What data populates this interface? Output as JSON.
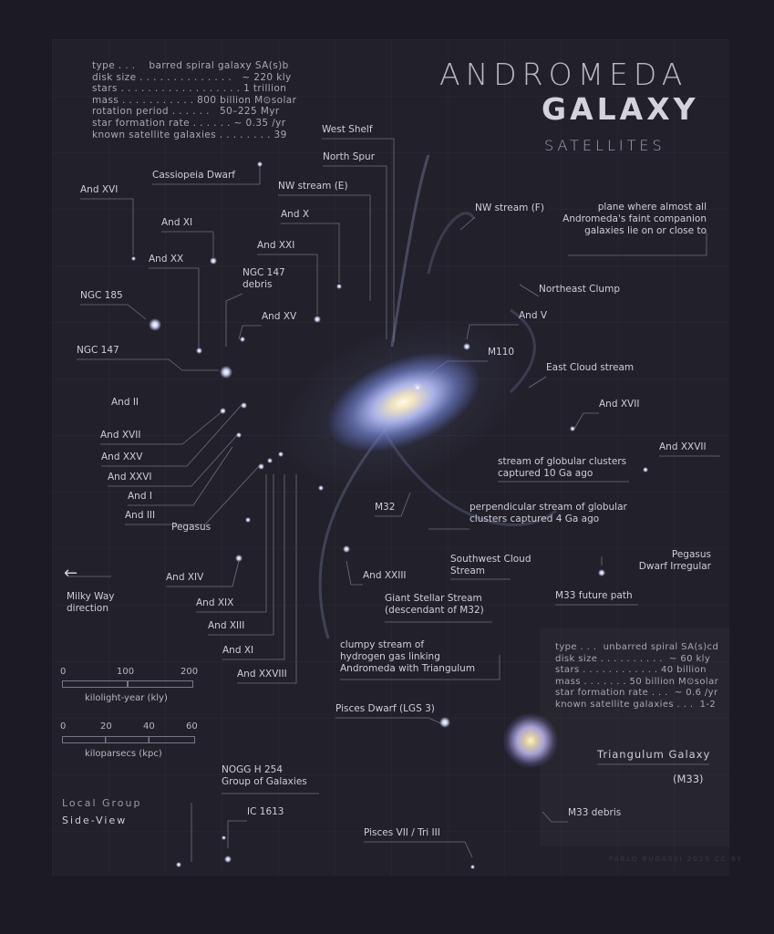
{
  "title": {
    "line1": "ANDROMEDA",
    "line2": "GALAXY",
    "line3": "SATELLITES"
  },
  "andromeda_stats": [
    "type . . .    barred spiral galaxy SA(s)b",
    "disk size . . . . . . . . . . . . . .   ~ 220 kly",
    "stars . . . . . . . . . . . . . . . . . . 1 trillion",
    "mass . . . . . . . . . . . 800 billion M⊙solar",
    "rotation period . . . . . .   50–225 Myr",
    "star formation rate . . . . . . ~ 0.35 /yr",
    "known satellite galaxies . . . . . . . . 39"
  ],
  "triangulum_stats": [
    "type . . .  unbarred spiral SA(s)cd",
    "disk size . . . . . . . . . .  ~ 60 kly",
    "stars . . . . . . . . . . . . 40 billion",
    "mass . . . . . . . 50 billion M⊙solar",
    "star formation rate . . .  ~ 0.6 /yr",
    "known satellite galaxies . . .  1-2"
  ],
  "labels": [
    "West Shelf",
    "North Spur",
    "NW stream (E)",
    "And X",
    "And XXI",
    "NGC 147\ndebris",
    "And XV",
    "Cassiopeia Dwarf",
    "And XVI",
    "And XI",
    "And XX",
    "NGC 185",
    "NGC 147",
    "And II",
    "And XVII",
    "And XXV",
    "And XXVI",
    "And I",
    "And III",
    "Pegasus",
    "And XIV",
    "And XIX",
    "And XIII",
    "And XI",
    "And XXVIII",
    "NW stream (F)",
    "plane where almost all\nAndromeda's faint companion\ngalaxies lie on or close to",
    "Northeast Clump",
    "And V",
    "M110",
    "East Cloud stream",
    "And XVII",
    "And XXVII",
    "stream of globular clusters\ncaptured 10 Ga ago",
    "M32",
    "perpendicular stream of globular\nclusters captured 4 Ga ago",
    "Pegasus\nDwarf Irregular",
    "Southwest Cloud\nStream",
    "And XXIII",
    "M33 future path",
    "Giant Stellar Stream\n(descendant of M32)",
    "clumpy stream of\nhydrogen gas linking\nAndromeda with Triangulum",
    "Pisces Dwarf (LGS 3)",
    "Triangulum Galaxy",
    "(M33)",
    "M33 debris",
    "NOGG H 254\nGroup of Galaxies",
    "IC 1613",
    "Pisces VII / Tri III",
    "Milky Way\ndirection"
  ],
  "legend": {
    "local_group": "Local Group",
    "side_view": "Side-View",
    "arrow": "←"
  },
  "scale_kly": {
    "ticks": [
      "0",
      "100",
      "200"
    ],
    "unit": "kilolight-year (kly)"
  },
  "scale_kpc": {
    "ticks": [
      "0",
      "20",
      "40",
      "60"
    ],
    "unit": "kiloparsecs (kpc)"
  },
  "credit": "PABLO BUDASSI 2023 CC-BY",
  "colors": {
    "background": "#1c1b24",
    "panel": "#22212b",
    "text": "#cfcdd8",
    "galaxy_core": "#fffbe8",
    "galaxy_arms": "#aab2e8"
  }
}
